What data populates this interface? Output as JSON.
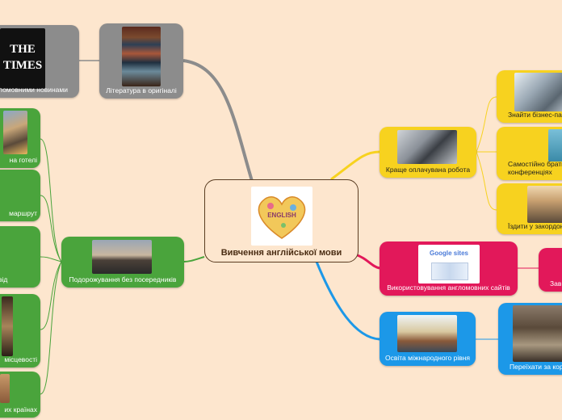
{
  "central": {
    "title": "Вивчення англійської мови",
    "image_text": "ENGLISH"
  },
  "nodes": {
    "literature": {
      "label": "Література в оригіналі"
    },
    "news": {
      "label": "англомовними новинами",
      "logo_line1": "THE",
      "logo_line2": "TIMES"
    },
    "travel": {
      "label": "Подорожування без посередників"
    },
    "hotel": {
      "label": "на готелі"
    },
    "route": {
      "label": "маршрут"
    },
    "guide": {
      "label": "від"
    },
    "locals": {
      "label": "місцевості"
    },
    "countries": {
      "label": "их країнах"
    },
    "job": {
      "label": "Краще оплачувана робота"
    },
    "partners": {
      "label": "Знайти бізнес-парт"
    },
    "conferences": {
      "label": "Самостійно брати",
      "label2": "конференціях"
    },
    "abroad": {
      "label": "Їздити у закордон"
    },
    "sites": {
      "label": "Використовування англомовних сайтів",
      "logo_text": "Google sites"
    },
    "pink_child": {
      "label": "Зав"
    },
    "education": {
      "label": "Освіта міжнародного рівня"
    },
    "move": {
      "label": "Переїхати за корд"
    }
  },
  "colors": {
    "background": "#fde6ce",
    "gray": "#8c8c8c",
    "green": "#4aa43c",
    "yellow": "#f7d21f",
    "pink": "#e2185a",
    "blue": "#1c98e8"
  }
}
